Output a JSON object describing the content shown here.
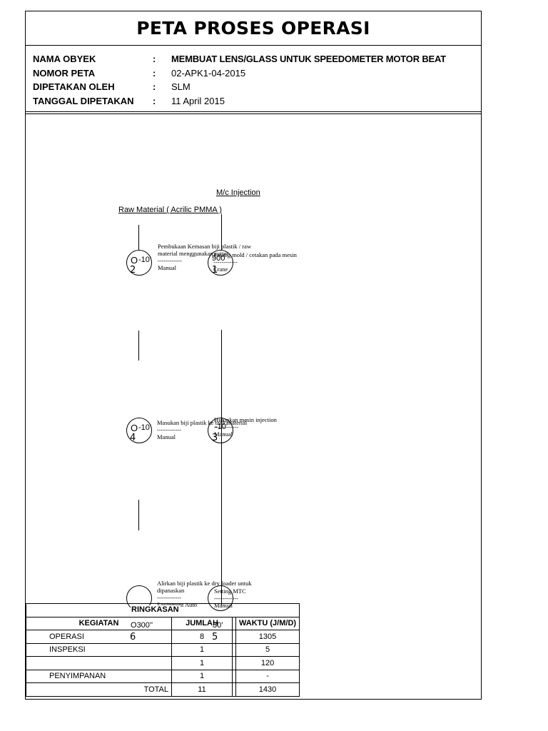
{
  "header": {
    "title": "PETA PROSES OPERASI",
    "fields": [
      {
        "label": "NAMA OBYEK",
        "colon": ":",
        "value": "MEMBUAT LENS/GLASS UNTUK SPEEDOMETER MOTOR BEAT"
      },
      {
        "label": "NOMOR PETA",
        "colon": ":",
        "value": "02-APK1-04-2015"
      },
      {
        "label": "DIPETAKAN OLEH",
        "colon": ":",
        "value": "SLM"
      },
      {
        "label": "TANGGAL DIPETAKAN",
        "colon": ":",
        "value": "11 April 2015"
      }
    ]
  },
  "chart": {
    "mc_label": "M/c Injection",
    "raw_label": "Raw Material  ( Acrilic PMMA )",
    "left_steps": [
      {
        "number": "2",
        "mark": "O",
        "time": "-10'",
        "desc": [
          "Pembukaan Kemasan biji plastik / raw",
          "material menggunakan cutter",
          "------------",
          "Manual"
        ]
      },
      {
        "number": "4",
        "mark": "O",
        "time": "-10'",
        "desc": [
          "Masukan biji plastik ke tank material",
          "------------",
          "Manual"
        ]
      },
      {
        "number": "6",
        "mark": "O",
        "time": "300''",
        "desc": [
          "Alirkan biji plastik ke dry loader untuk",
          "dipanaskan",
          "------------",
          "Equipment  Auto"
        ]
      }
    ],
    "right_steps": [
      {
        "number": "1",
        "time": "900",
        "desc": [
          "Pasang mold / cetakan pada mesin",
          "------------",
          "Crane"
        ]
      },
      {
        "number": "3",
        "time": "-10'",
        "desc": [
          "Hidupkan mesin injection",
          "------------",
          "Manual"
        ]
      },
      {
        "number": "5",
        "time": "30'",
        "desc": [
          "Setting MTC",
          "------------",
          "Manual"
        ]
      }
    ],
    "overlay_label": "RINGKASAN"
  },
  "summary": {
    "headers": [
      "KEGIATAN",
      "JUMLAH",
      "WAKTU (J/M/D)"
    ],
    "rows": [
      {
        "kegiatan": "OPERASI",
        "jumlah": "8",
        "waktu": "1305"
      },
      {
        "kegiatan": "INSPEKSI",
        "jumlah": "1",
        "waktu": "5"
      },
      {
        "kegiatan": "",
        "jumlah": "1",
        "waktu": "120"
      },
      {
        "kegiatan": "PENYIMPANAN",
        "jumlah": "1",
        "waktu": "-"
      }
    ],
    "total": {
      "label": "TOTAL",
      "jumlah": "11",
      "waktu": "1430"
    }
  }
}
